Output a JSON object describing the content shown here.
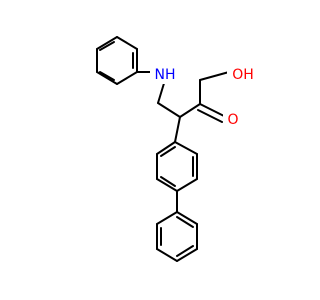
{
  "molecule": {
    "atom_labels": {
      "nh": "NH",
      "oh": "OH",
      "ketone_o": "O"
    },
    "colors": {
      "bond": "#000000",
      "nitrogen": "#0000ff",
      "oxygen": "#ff0000"
    }
  }
}
